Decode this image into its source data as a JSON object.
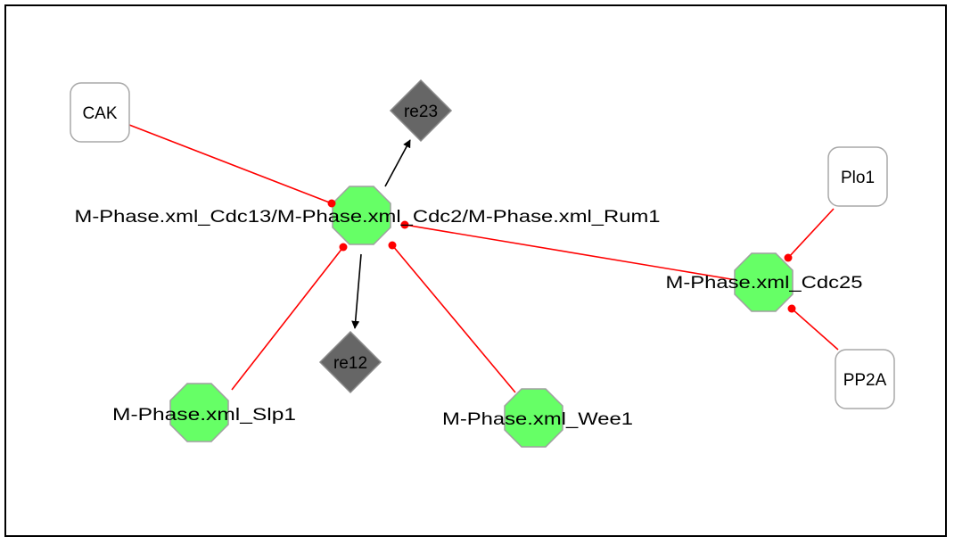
{
  "colors": {
    "protein_fill": "#66ff66",
    "protein_stroke": "#a0a0a0",
    "reaction_fill": "#666666",
    "reaction_stroke": "#8a8a8a",
    "species_fill": "#ffffff",
    "species_stroke": "#a8a8a8",
    "inhibition_edge": "#ff0000",
    "production_edge": "#000000"
  },
  "nodes": {
    "complex": {
      "label": "M-Phase.xml_Cdc13/M-Phase.xml_Cdc2/M-Phase.xml_Rum1",
      "shape": "octagon"
    },
    "cdc25": {
      "label": "M-Phase.xml_Cdc25",
      "shape": "octagon"
    },
    "slp1": {
      "label": "M-Phase.xml_Slp1",
      "shape": "octagon"
    },
    "wee1": {
      "label": "M-Phase.xml_Wee1",
      "shape": "octagon"
    },
    "re23": {
      "label": "re23",
      "shape": "diamond"
    },
    "re12": {
      "label": "re12",
      "shape": "diamond"
    },
    "cak": {
      "label": "CAK",
      "shape": "rounded-rect"
    },
    "plo1": {
      "label": "Plo1",
      "shape": "rounded-rect"
    },
    "pp2a": {
      "label": "PP2A",
      "shape": "rounded-rect"
    }
  },
  "edges": [
    {
      "from": "CAK",
      "to": "M-Phase.xml_Cdc13/M-Phase.xml_Cdc2/M-Phase.xml_Rum1",
      "type": "inhibition"
    },
    {
      "from": "M-Phase.xml_Slp1",
      "to": "M-Phase.xml_Cdc13/M-Phase.xml_Cdc2/M-Phase.xml_Rum1",
      "type": "inhibition"
    },
    {
      "from": "M-Phase.xml_Wee1",
      "to": "M-Phase.xml_Cdc13/M-Phase.xml_Cdc2/M-Phase.xml_Rum1",
      "type": "inhibition"
    },
    {
      "from": "M-Phase.xml_Cdc25",
      "to": "M-Phase.xml_Cdc13/M-Phase.xml_Cdc2/M-Phase.xml_Rum1",
      "type": "inhibition"
    },
    {
      "from": "Plo1",
      "to": "M-Phase.xml_Cdc25",
      "type": "inhibition"
    },
    {
      "from": "PP2A",
      "to": "M-Phase.xml_Cdc25",
      "type": "inhibition"
    },
    {
      "from": "M-Phase.xml_Cdc13/M-Phase.xml_Cdc2/M-Phase.xml_Rum1",
      "to": "re23",
      "type": "production"
    },
    {
      "from": "M-Phase.xml_Cdc13/M-Phase.xml_Cdc2/M-Phase.xml_Rum1",
      "to": "re12",
      "type": "production"
    }
  ]
}
